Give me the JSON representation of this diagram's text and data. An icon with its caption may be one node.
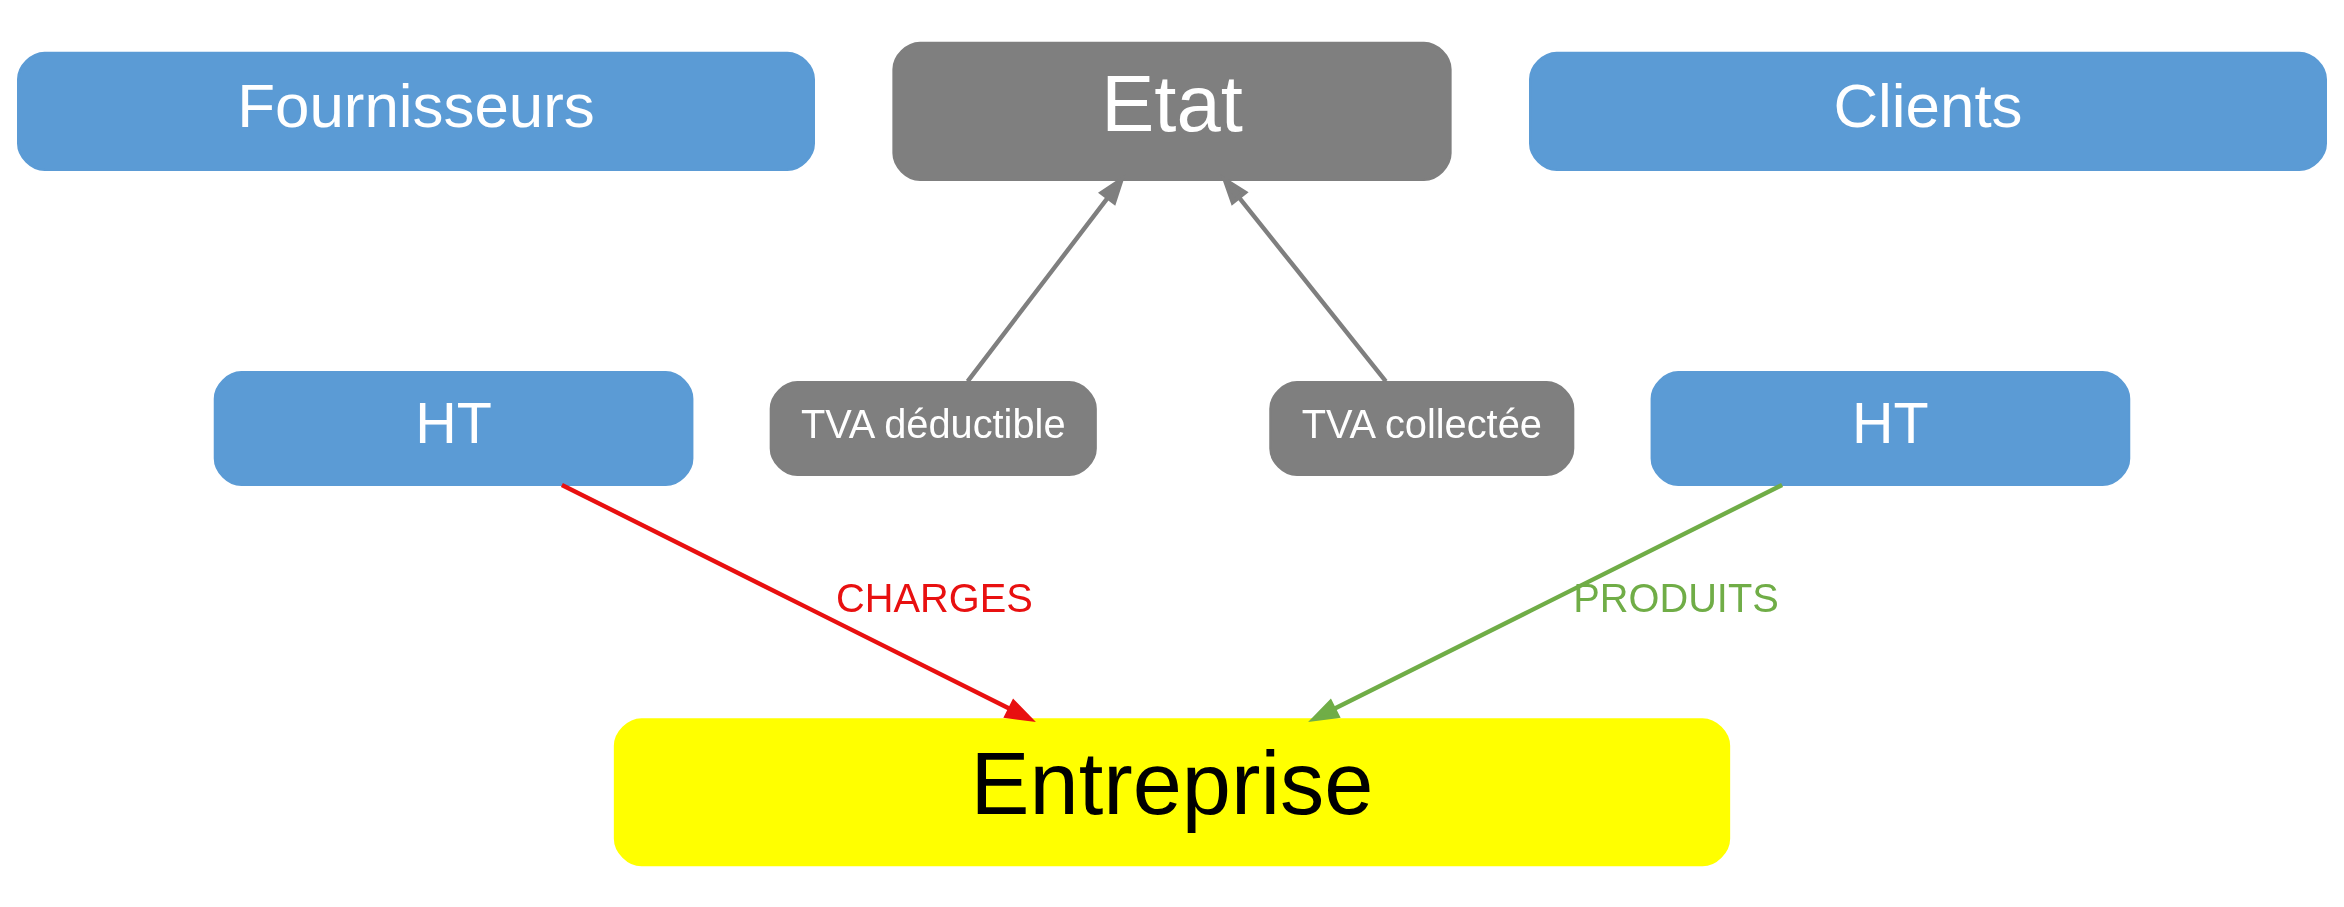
{
  "diagram": {
    "nodes": [
      {
        "text": [
          "Fournisseurs"
        ]
      },
      {
        "text": [
          "HT"
        ]
      },
      {
        "text": [
          "TVA déductible"
        ]
      },
      {
        "text": [
          "Etat"
        ]
      },
      {
        "text": [
          "Clients"
        ]
      },
      {
        "text": [
          "TVA collectée"
        ]
      },
      {
        "text": [
          "HT"
        ]
      },
      {
        "text": [
          "Entreprise"
        ]
      }
    ],
    "edges": [
      {
        "from": 1,
        "to": 7,
        "arrow": "to",
        "label": "CHARGES",
        "color": "#e81010"
      },
      {
        "from": 2,
        "to": 3,
        "arrow": "to",
        "color": "#7f7f7f"
      },
      {
        "from": 5,
        "to": 3,
        "arrow": "to",
        "color": "#7f7f7f"
      },
      {
        "from": 6,
        "to": 7,
        "arrow": "to",
        "label": "PRODUITS",
        "color": "#70ad47"
      }
    ]
  }
}
